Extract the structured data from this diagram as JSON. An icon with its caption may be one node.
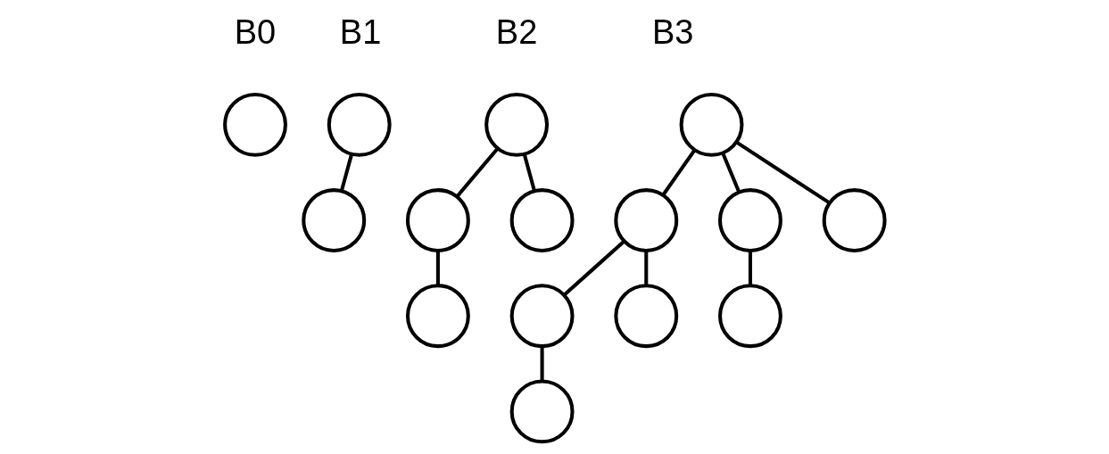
{
  "diagram": {
    "nodes": [
      {
        "text": [],
        "shape": "circle"
      },
      {
        "text": [],
        "shape": "circle"
      },
      {
        "text": [],
        "shape": "circle"
      },
      {
        "text": [],
        "shape": "circle"
      },
      {
        "text": [],
        "shape": "circle"
      },
      {
        "text": [],
        "shape": "circle"
      },
      {
        "text": [],
        "shape": "circle"
      },
      {
        "text": [],
        "shape": "circle"
      },
      {
        "text": [],
        "shape": "circle"
      },
      {
        "text": [],
        "shape": "circle"
      },
      {
        "text": [],
        "shape": "circle"
      },
      {
        "text": [],
        "shape": "circle"
      },
      {
        "text": [],
        "shape": "circle"
      },
      {
        "text": [],
        "shape": "circle"
      },
      {
        "text": [],
        "shape": "circle"
      }
    ],
    "edges": [
      {
        "from": 1,
        "to": 2,
        "arrow": "none"
      },
      {
        "from": 3,
        "to": 4,
        "arrow": "none"
      },
      {
        "from": 3,
        "to": 5,
        "arrow": "none"
      },
      {
        "from": 4,
        "to": 6,
        "arrow": "none"
      },
      {
        "from": 7,
        "to": 8,
        "arrow": "none"
      },
      {
        "from": 7,
        "to": 9,
        "arrow": "none"
      },
      {
        "from": 7,
        "to": 10,
        "arrow": "none"
      },
      {
        "from": 8,
        "to": 11,
        "arrow": "none"
      },
      {
        "from": 8,
        "to": 12,
        "arrow": "none"
      },
      {
        "from": 11,
        "to": 13,
        "arrow": "none"
      },
      {
        "from": 9,
        "to": 14,
        "arrow": "none"
      }
    ],
    "labels": [
      "B0",
      "B1",
      "B2",
      "B3"
    ]
  }
}
